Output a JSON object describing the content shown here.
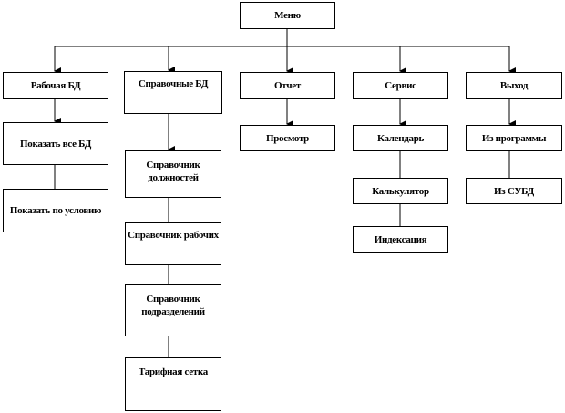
{
  "root": "Меню",
  "columns": [
    {
      "label": "Рабочая БД",
      "children": [
        "Показать все БД",
        "Показать по условию"
      ]
    },
    {
      "label": "Справочные БД",
      "children": [
        "Справочник должностей",
        "Справочник рабочих",
        "Справочник подразделений",
        "Тарифная сетка"
      ]
    },
    {
      "label": "Отчет",
      "children": [
        "Просмотр"
      ]
    },
    {
      "label": "Сервис",
      "children": [
        "Календарь",
        "Калькулятор",
        "Индексация"
      ]
    },
    {
      "label": "Выход",
      "children": [
        "Из программы",
        "Из СУБД"
      ]
    }
  ]
}
